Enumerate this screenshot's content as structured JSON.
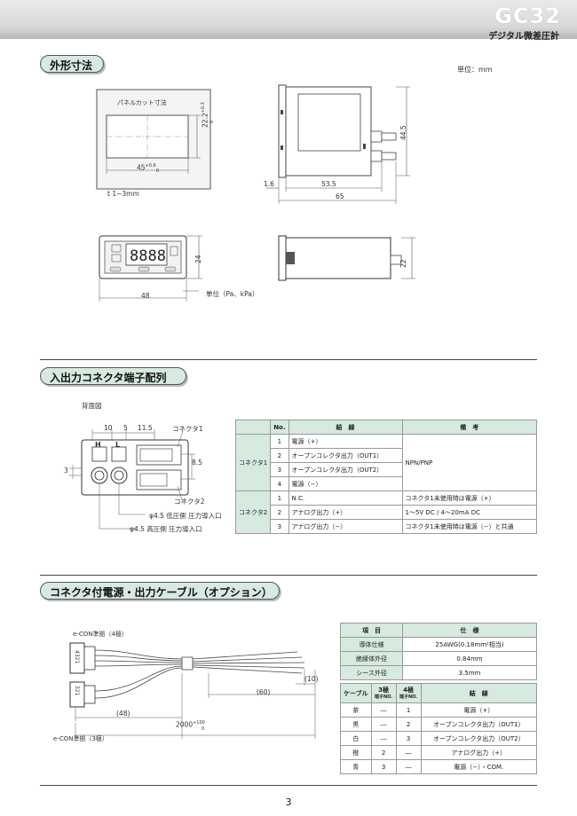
{
  "header": {
    "model": "GC32",
    "subtitle": "デジタル微差圧計"
  },
  "sections": {
    "dimensions": "外形寸法",
    "connector": "入出力コネクタ端子配列",
    "cable": "コネクタ付電源・出力ケーブル（オプション）"
  },
  "dimensions": {
    "unit": "単位：mm",
    "panel_cut": "パネルカット寸法",
    "w_main": "45",
    "w_tol": "+0.6",
    "w_tol2": "0",
    "h_main": "22.2",
    "h_tol": "+0.3",
    "h_tol2": "0",
    "thickness": "t 1~3mm",
    "d16": "1.6",
    "d535": "53.5",
    "d65": "65",
    "d445": "44.5",
    "d48": "48",
    "d24": "24",
    "d22": "22",
    "unit_pa": "単位（Pa、kPa）"
  },
  "connector": {
    "rear_view": "背面図",
    "d10": "10",
    "d5": "5",
    "d115": "11.5",
    "d3": "3",
    "d85": "8.5",
    "conn1": "コネクタ1",
    "conn2": "コネクタ2",
    "port_h_letter": "H",
    "port_l_letter": "L",
    "port_low": "φ4.5 低圧側 圧力導入口",
    "port_high": "φ4.5 高圧側 圧力導入口",
    "table": {
      "headers": [
        "No.",
        "結　線",
        "備　考"
      ],
      "group1": "コネクタ1",
      "group2": "コネクタ2",
      "rows": [
        {
          "no": "1",
          "wire": "電源（+）",
          "note": ""
        },
        {
          "no": "2",
          "wire": "オープンコレクタ出力（OUT1）",
          "note": "NPN/PNP"
        },
        {
          "no": "3",
          "wire": "オープンコレクタ出力（OUT2）",
          "note": ""
        },
        {
          "no": "4",
          "wire": "電源（−）",
          "note": ""
        },
        {
          "no": "1",
          "wire": "N.C.",
          "note": "コネクタ1未使用時は電源（+）"
        },
        {
          "no": "2",
          "wire": "アナログ出力（+）",
          "note": "1〜5V DC / 4〜20mA DC"
        },
        {
          "no": "3",
          "wire": "アナログ出力（−）",
          "note": "コネクタ1未使用時は電源（−）と共通"
        }
      ]
    }
  },
  "cable": {
    "econ4": "e-CON準拠（4極）",
    "econ3": "e-CON準拠（3極）",
    "pins4": "4321",
    "pins3": "321",
    "d10": "(10)",
    "d60": "(60)",
    "d48": "(48)",
    "d2000": "2000",
    "d2000_tol": "+100",
    "d2000_tol2": "0",
    "spec_table": {
      "headers": [
        "項　目",
        "仕　様"
      ],
      "rows": [
        [
          "導体仕様",
          "25AWG(0.18mm²相当)"
        ],
        [
          "絶縁体外径",
          "0.84mm"
        ],
        [
          "シース外径",
          "3.5mm"
        ]
      ]
    },
    "wire_table": {
      "headers": [
        "ケーブル",
        "3極",
        "4極",
        "結　線"
      ],
      "sub": "端子NO.",
      "rows": [
        [
          "茶",
          "―",
          "1",
          "電源（+）"
        ],
        [
          "黒",
          "―",
          "2",
          "オープンコレクタ出力（OUT1）"
        ],
        [
          "白",
          "―",
          "3",
          "オープンコレクタ出力（OUT2）"
        ],
        [
          "橙",
          "2",
          "―",
          "アナログ出力（+）"
        ],
        [
          "青",
          "3",
          "―",
          "電源（−）・COM."
        ]
      ]
    }
  },
  "page_number": "3",
  "colors": {
    "accent": "#d6eadf",
    "header_band": "#d8d8d8"
  }
}
